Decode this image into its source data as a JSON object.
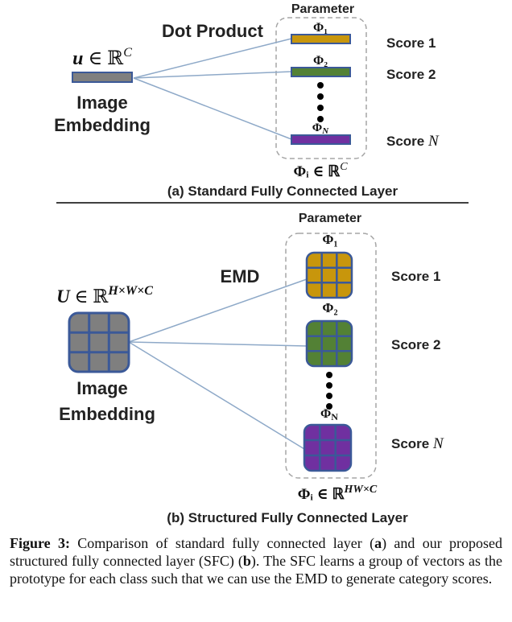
{
  "colors": {
    "gold": "#c8960c",
    "green": "#538135",
    "purple": "#7030a0",
    "gray": "#7f7f7f",
    "border_blue": "#3b5998",
    "line_blue": "#8ea9c8",
    "dash": "#a6a6a6"
  },
  "panel_a": {
    "param_label": "Parameter",
    "op_label": "Dot Product",
    "embedding_symbol": "u",
    "embedding_set": " ∈ ℝ",
    "embedding_exp": "C",
    "embedding_label_1": "Image",
    "embedding_label_2": "Embedding",
    "phi_1": "Φ₁",
    "phi_2": "Φ₂",
    "phi_n": "Φ",
    "phi_n_sub": "N",
    "score_1": "Score 1",
    "score_2": "Score 2",
    "score_n": "Score ",
    "score_n_var": "N",
    "param_set": "Φᵢ ∈ ℝ",
    "param_set_exp": "C",
    "subtitle": "(a) Standard Fully Connected Layer"
  },
  "panel_b": {
    "param_label": "Parameter",
    "op_label": "EMD",
    "embedding_symbol": "U",
    "embedding_set": " ∈ ℝ",
    "embedding_exp": "H×W×C",
    "embedding_label_1": "Image",
    "embedding_label_2": "Embedding",
    "phi_1": "Φ₁",
    "phi_2": "Φ₂",
    "phi_n": "Φ",
    "phi_n_sub": "N",
    "score_1": "Score 1",
    "score_2": "Score 2",
    "score_n": "Score ",
    "score_n_var": "N",
    "param_set": "Φᵢ ∈ ℝ",
    "param_set_exp": "HW×C",
    "subtitle": "(b) Structured Fully Connected Layer"
  },
  "caption": {
    "label": "Figure 3:",
    "part1": " Comparison of standard fully connected layer (",
    "a": "a",
    "part2": ") and our proposed structured fully connected layer (SFC) (",
    "b": "b",
    "part3": "). The SFC learns a group of vectors as the prototype for each class such that we can use the EMD to generate category scores."
  }
}
